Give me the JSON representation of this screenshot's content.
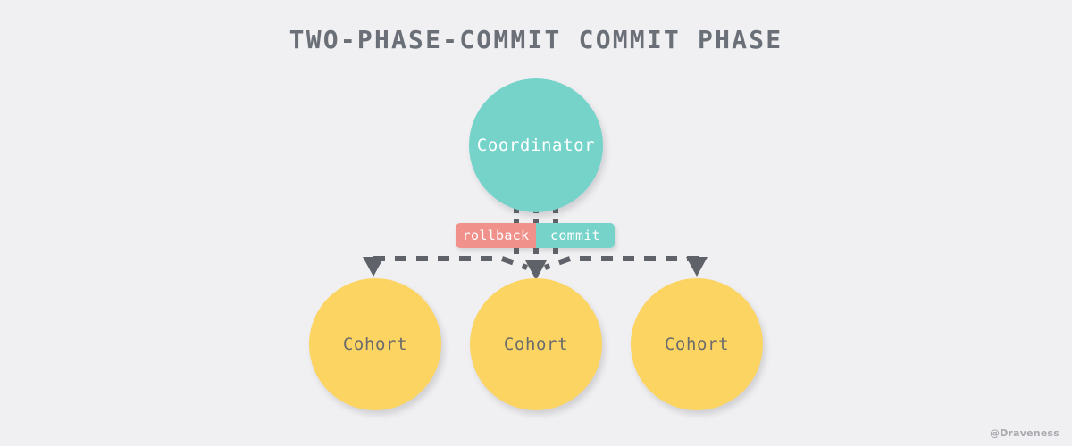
{
  "diagram": {
    "title": "TWO-PHASE-COMMIT COMMIT PHASE",
    "background_color": "#f0f0f2",
    "watermark": "@Draveness"
  },
  "nodes": {
    "coordinator": {
      "label": "Coordinator",
      "shape": "circle",
      "fill_color": "#75d3ca",
      "text_color": "#ffffff"
    },
    "cohorts": [
      {
        "label": "Cohort",
        "shape": "circle",
        "fill_color": "#fcd462",
        "text_color": "#6b6b6b"
      },
      {
        "label": "Cohort",
        "shape": "circle",
        "fill_color": "#fcd462",
        "text_color": "#6b6b6b"
      },
      {
        "label": "Cohort",
        "shape": "circle",
        "fill_color": "#fcd462",
        "text_color": "#6b6b6b"
      }
    ]
  },
  "decision_badges": [
    {
      "label": "rollback",
      "fill_color": "#f0918c",
      "text_color": "#ffffff"
    },
    {
      "label": "commit",
      "fill_color": "#75d3ca",
      "text_color": "#ffffff"
    }
  ],
  "connectors": {
    "style": "dashed",
    "color": "#5f6268",
    "arrowhead": "filled-triangle-down",
    "from": "coordinator",
    "to": [
      "cohort-left",
      "cohort-center",
      "cohort-right"
    ]
  }
}
